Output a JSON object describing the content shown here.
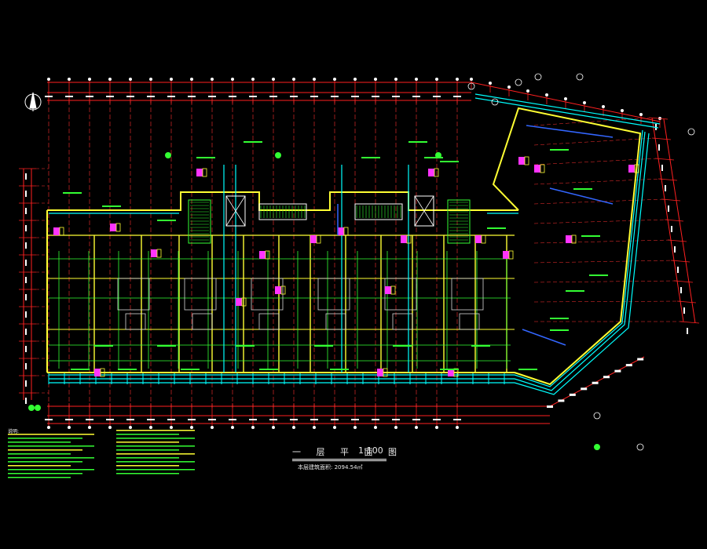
{
  "drawing": {
    "title": "一 层 平 面 图",
    "scale": "1:100",
    "area_label": "本层建筑面积:",
    "area_value": "2094.54㎡",
    "notes_heading": "说明:"
  },
  "colors": {
    "background": "#000000",
    "wall": "#ffff33",
    "axis": "#ff2222",
    "window": "#00ffff",
    "text_green": "#33ff33",
    "fixture": "#ff33ff",
    "blue": "#3366ff",
    "white": "#ffffff"
  },
  "icons": [
    "north-arrow-icon",
    "stair-icon",
    "elevator-icon",
    "axis-bubble-icon"
  ]
}
